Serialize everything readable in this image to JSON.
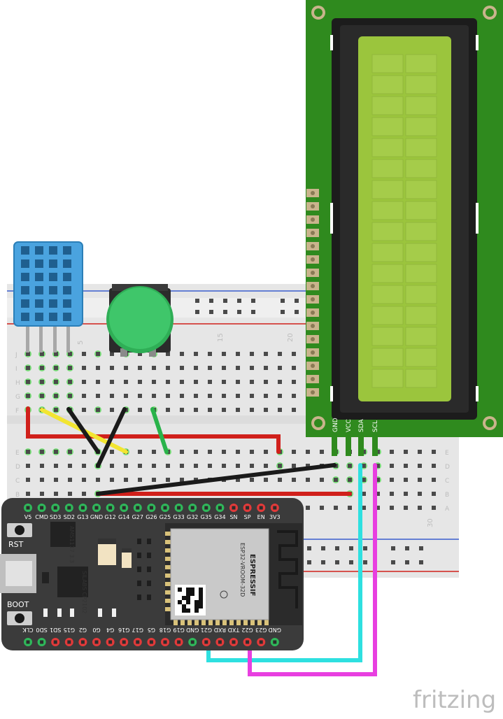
{
  "breadboard": {
    "column_numbers": [
      "5",
      "15",
      "20",
      "30"
    ],
    "rows_top": [
      "J",
      "I",
      "H",
      "G",
      "F"
    ],
    "rows_bottom": [
      "E",
      "D",
      "C",
      "B",
      "A"
    ]
  },
  "lcd": {
    "pins": [
      "GND",
      "VCC",
      "SDA",
      "SCL"
    ]
  },
  "esp32": {
    "top_pins": [
      "V5",
      "CMD",
      "SD3",
      "SD2",
      "G13",
      "GND",
      "G12",
      "G14",
      "G27",
      "G26",
      "G25",
      "G33",
      "G32",
      "G35",
      "G34",
      "SN",
      "SP",
      "EN",
      "3V3"
    ],
    "bottom_pins": [
      "CLK",
      "SD0",
      "SD1",
      "G15",
      "G2",
      "G0",
      "G4",
      "G16",
      "G17",
      "G5",
      "G18",
      "G19",
      "GND",
      "G21",
      "RXD",
      "TXD",
      "G22",
      "G23",
      "GND"
    ],
    "rst_label": "RST",
    "boot_label": "BOOT",
    "module_brand": "ESPRESSIF",
    "module_name": "ESP32-VROOM-32D",
    "regulator_text": "AMS1117 3.3",
    "chip_text": "SILABS CP2102"
  },
  "watermark": "fritzing",
  "colors": {
    "lcd_pcb": "#2f8a1e",
    "lcd_screen": "#9bc53d",
    "esp_board": "#3b3b3b",
    "dht_body": "#4aa3df",
    "button_cap": "#3fc66a",
    "wire_red": "#d0201b",
    "wire_black": "#1a1a1a",
    "wire_yellow": "#f2e531",
    "wire_green": "#29b34a",
    "wire_cyan": "#2ee0e0",
    "wire_magenta": "#e83fe0"
  }
}
